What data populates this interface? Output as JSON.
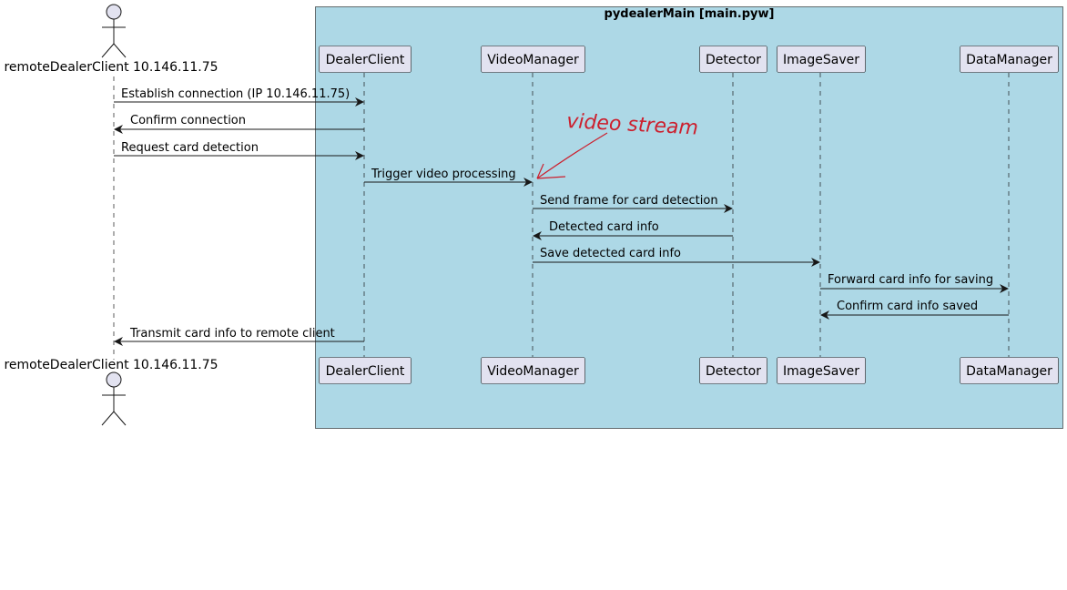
{
  "group": {
    "title": "pydealerMain [main.pyw]",
    "fill": "#add8e6"
  },
  "actor": {
    "label": "remoteDealerClient 10.146.11.75"
  },
  "participants": [
    {
      "id": "dealerclient",
      "label": "DealerClient"
    },
    {
      "id": "videomanager",
      "label": "VideoManager"
    },
    {
      "id": "detector",
      "label": "Detector"
    },
    {
      "id": "imagesaver",
      "label": "ImageSaver"
    },
    {
      "id": "datamanager",
      "label": "DataManager"
    }
  ],
  "messages": [
    {
      "from": "actor",
      "to": "dealerclient",
      "label": "Establish connection (IP 10.146.11.75)"
    },
    {
      "from": "dealerclient",
      "to": "actor",
      "label": "Confirm connection"
    },
    {
      "from": "actor",
      "to": "dealerclient",
      "label": "Request card detection"
    },
    {
      "from": "dealerclient",
      "to": "videomanager",
      "label": "Trigger video processing"
    },
    {
      "from": "videomanager",
      "to": "detector",
      "label": "Send frame for card detection"
    },
    {
      "from": "detector",
      "to": "videomanager",
      "label": "Detected card info"
    },
    {
      "from": "videomanager",
      "to": "imagesaver",
      "label": "Save detected card info"
    },
    {
      "from": "imagesaver",
      "to": "datamanager",
      "label": "Forward card info for saving"
    },
    {
      "from": "datamanager",
      "to": "imagesaver",
      "label": "Confirm card info saved"
    },
    {
      "from": "dealerclient",
      "to": "actor",
      "label": "Transmit card info to remote client"
    }
  ],
  "annotation": {
    "text": "video stream",
    "color": "#cc1f2d"
  },
  "colors": {
    "participant_fill": "#e2e2f0",
    "participant_stroke": "#181818",
    "lifeline": "#181818"
  }
}
